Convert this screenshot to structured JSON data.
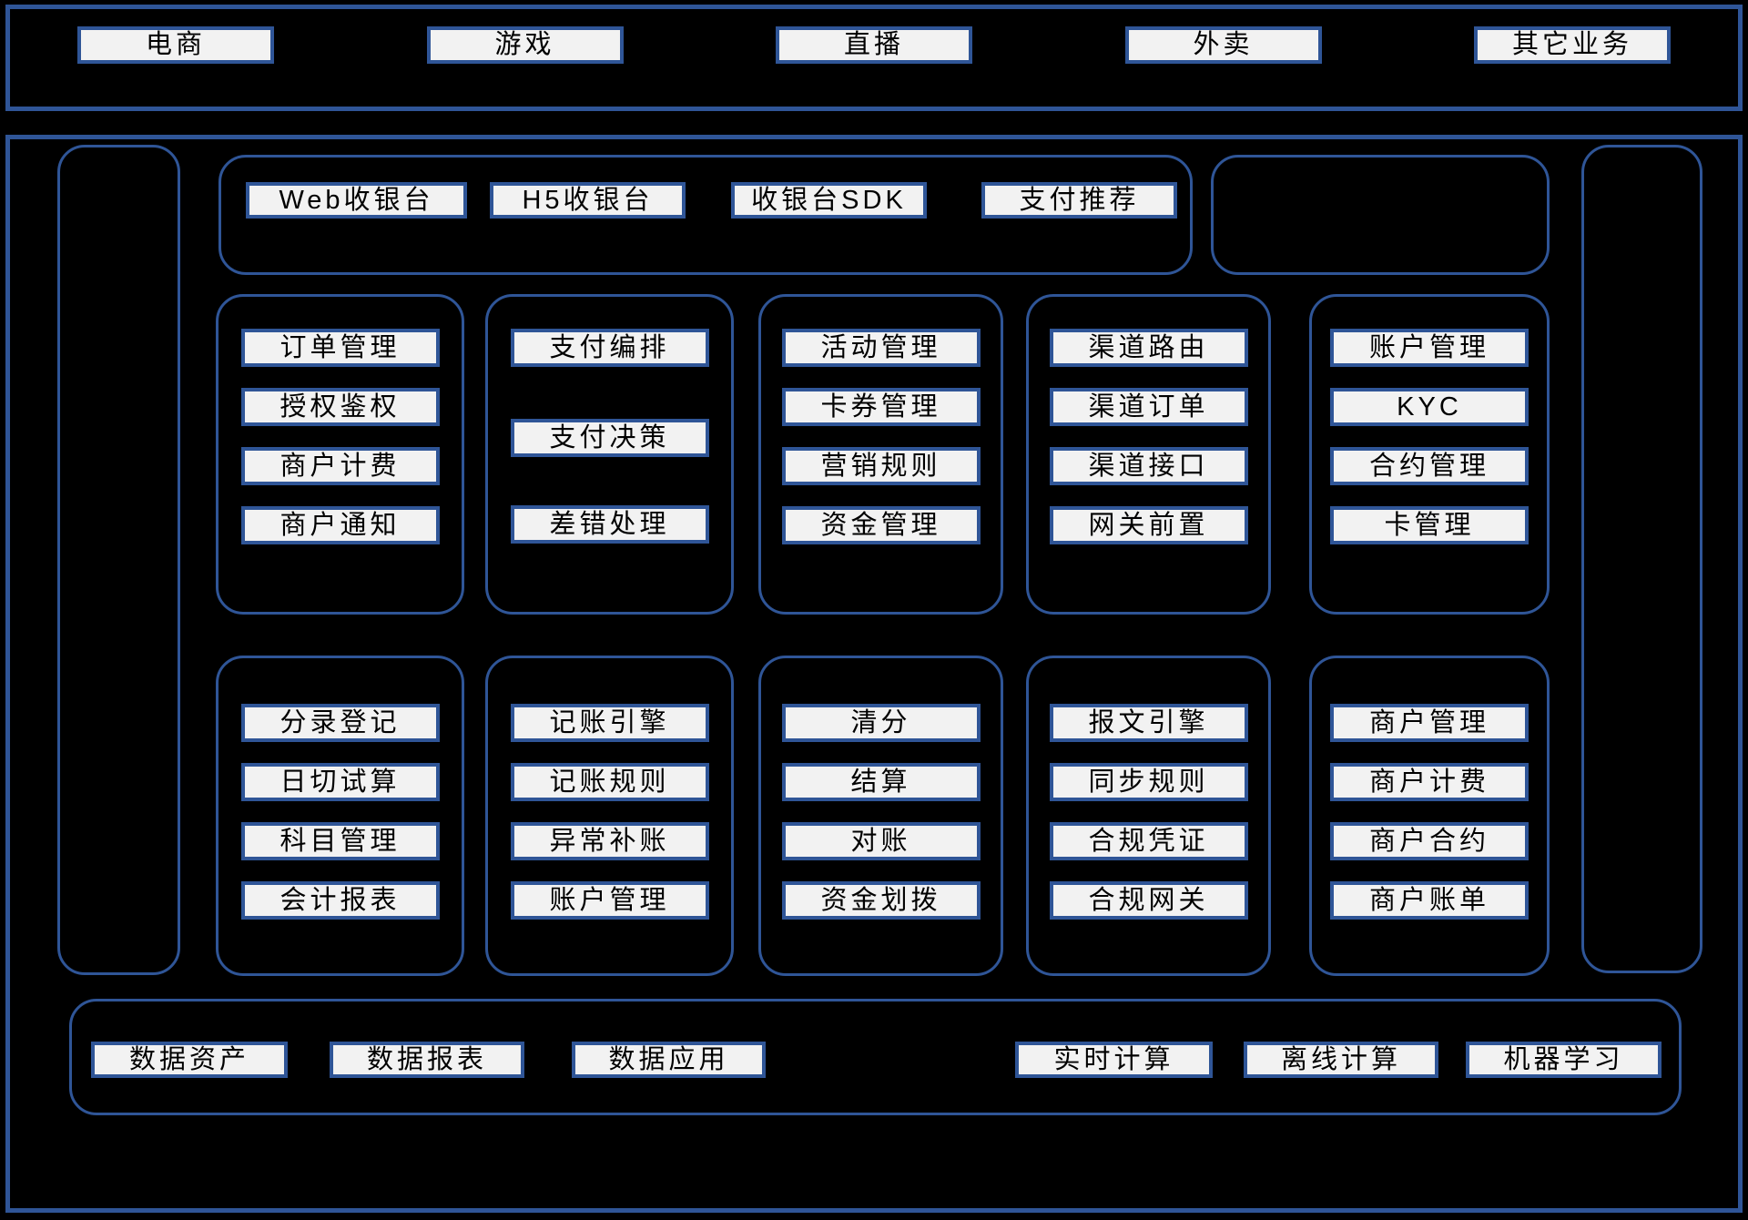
{
  "colors": {
    "border_blue": "#2f5597",
    "box_fill": "#f2f2f2",
    "background": "#000000",
    "text_color": "#000000"
  },
  "top_bar": {
    "items": [
      "电商",
      "游戏",
      "直播",
      "外卖",
      "其它业务"
    ]
  },
  "main": {
    "cashier_row": {
      "items": [
        "Web收银台",
        "H5收银台",
        "收银台SDK",
        "支付推荐"
      ]
    },
    "row1": [
      {
        "items": [
          "订单管理",
          "授权鉴权",
          "商户计费",
          "商户通知"
        ]
      },
      {
        "items": [
          "支付编排",
          "支付决策",
          "差错处理"
        ]
      },
      {
        "items": [
          "活动管理",
          "卡券管理",
          "营销规则",
          "资金管理"
        ]
      },
      {
        "items": [
          "渠道路由",
          "渠道订单",
          "渠道接口",
          "网关前置"
        ]
      },
      {
        "items": [
          "账户管理",
          "KYC",
          "合约管理",
          "卡管理"
        ]
      }
    ],
    "row2": [
      {
        "items": [
          "分录登记",
          "日切试算",
          "科目管理",
          "会计报表"
        ]
      },
      {
        "items": [
          "记账引擎",
          "记账规则",
          "异常补账",
          "账户管理"
        ]
      },
      {
        "items": [
          "清分",
          "结算",
          "对账",
          "资金划拨"
        ]
      },
      {
        "items": [
          "报文引擎",
          "同步规则",
          "合规凭证",
          "合规网关"
        ]
      },
      {
        "items": [
          "商户管理",
          "商户计费",
          "商户合约",
          "商户账单"
        ]
      }
    ],
    "data_bar": {
      "left_items": [
        "数据资产",
        "数据报表",
        "数据应用"
      ],
      "right_items": [
        "实时计算",
        "离线计算",
        "机器学习"
      ]
    }
  }
}
